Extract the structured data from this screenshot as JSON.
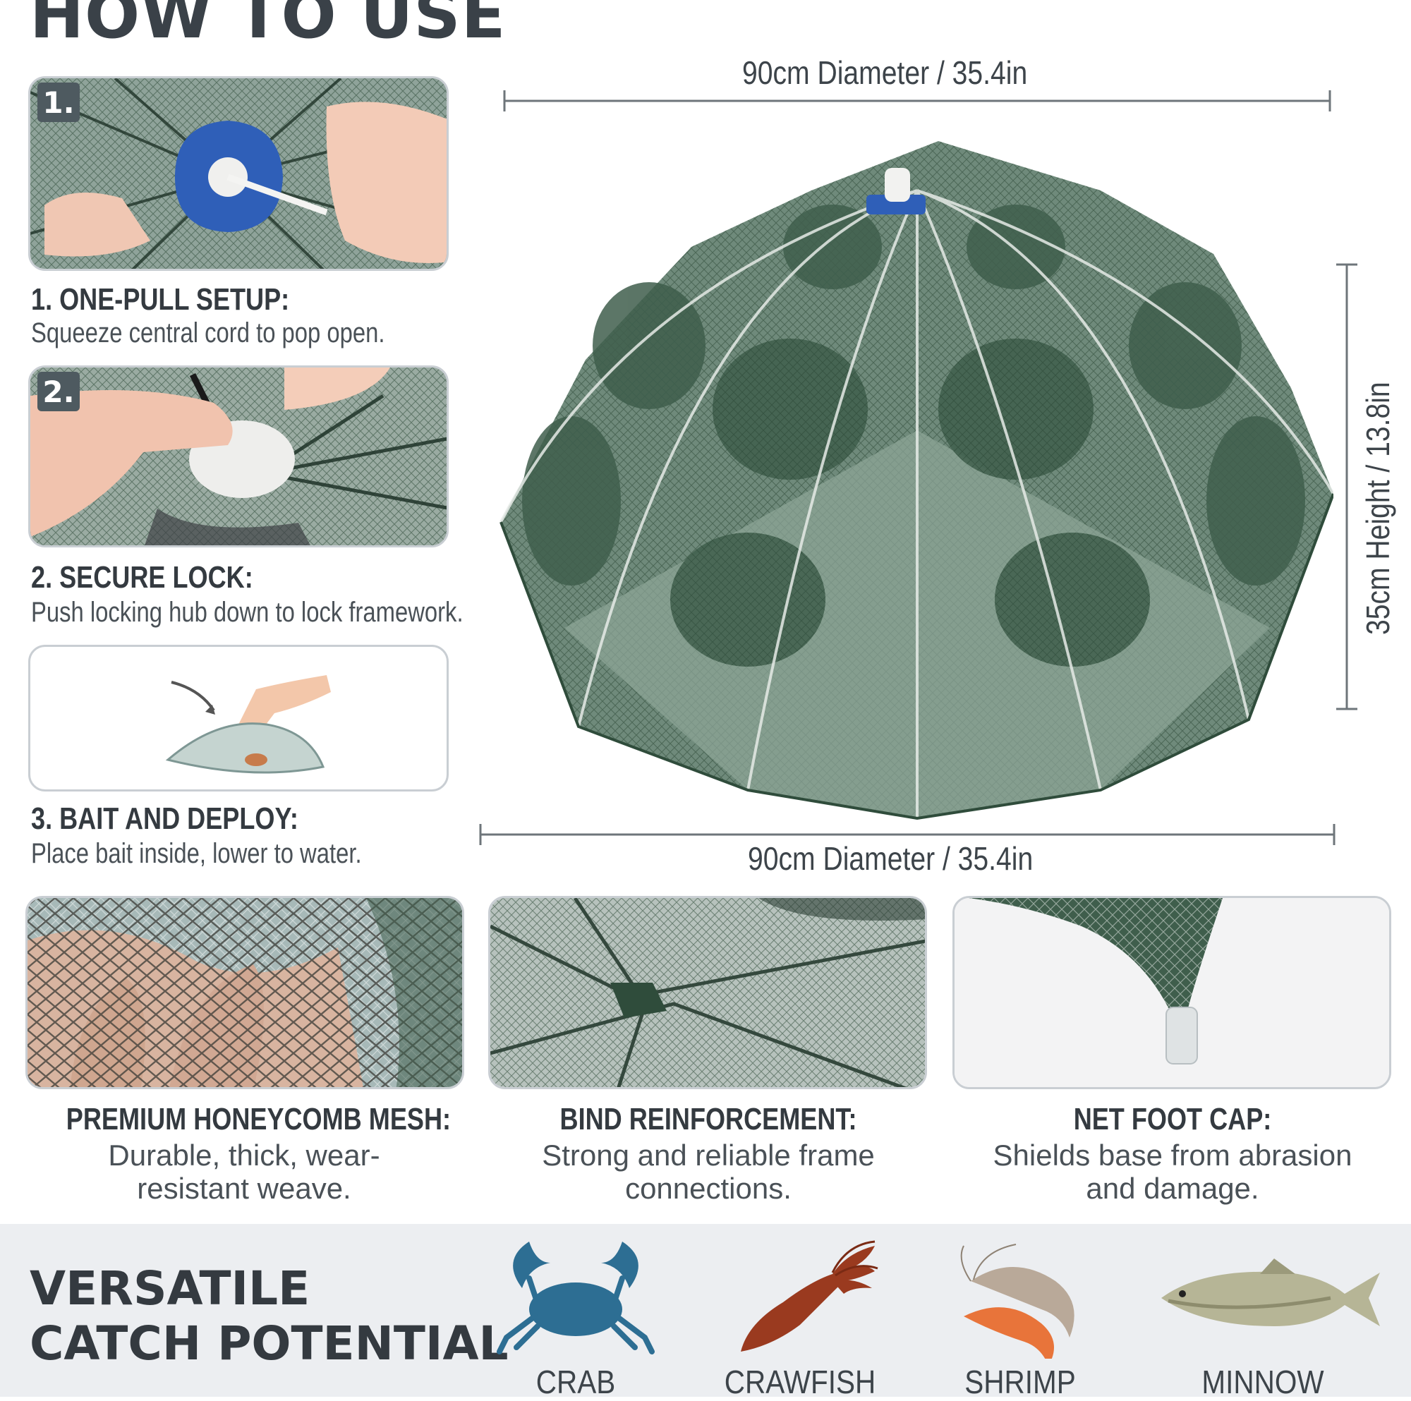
{
  "header": {
    "title": "HOW TO USE"
  },
  "steps": [
    {
      "number": "1.",
      "title": "1. ONE-PULL SETUP:",
      "description": "Squeeze central cord to pop open."
    },
    {
      "number": "2.",
      "title": "2. SECURE LOCK:",
      "description": "Push locking hub down to lock framework."
    },
    {
      "number": "",
      "title": "3. BAIT AND DEPLOY:",
      "description": "Place bait inside, lower to water."
    }
  ],
  "dimensions": {
    "top_diameter": "90cm Diameter / 35.4in",
    "bottom_diameter": "90cm Diameter / 35.4in",
    "height": "35cm Height / 13.8in"
  },
  "features": [
    {
      "title": "PREMIUM HONEYCOMB MESH:",
      "description": "Durable, thick, wear-resistant weave."
    },
    {
      "title": "BIND REINFORCEMENT:",
      "description": "Strong and reliable frame connections."
    },
    {
      "title": "NET FOOT CAP:",
      "description": "Shields base from abrasion and damage."
    }
  ],
  "catch": {
    "title_line1": "VERSATILE",
    "title_line2": "CATCH POTENTIAL",
    "animals": [
      {
        "label": "CRAB",
        "icon": "crab-icon"
      },
      {
        "label": "CRAWFISH",
        "icon": "crawfish-icon"
      },
      {
        "label": "SHRIMP",
        "icon": "shrimp-icon"
      },
      {
        "label": "MINNOW",
        "icon": "minnow-icon"
      }
    ]
  },
  "colors": {
    "net_green": "#3f5e4c",
    "hub_blue": "#2f5fb8",
    "crab_blue": "#2d6e93",
    "text_dark": "#343a40",
    "band_gray": "#eceef1"
  }
}
